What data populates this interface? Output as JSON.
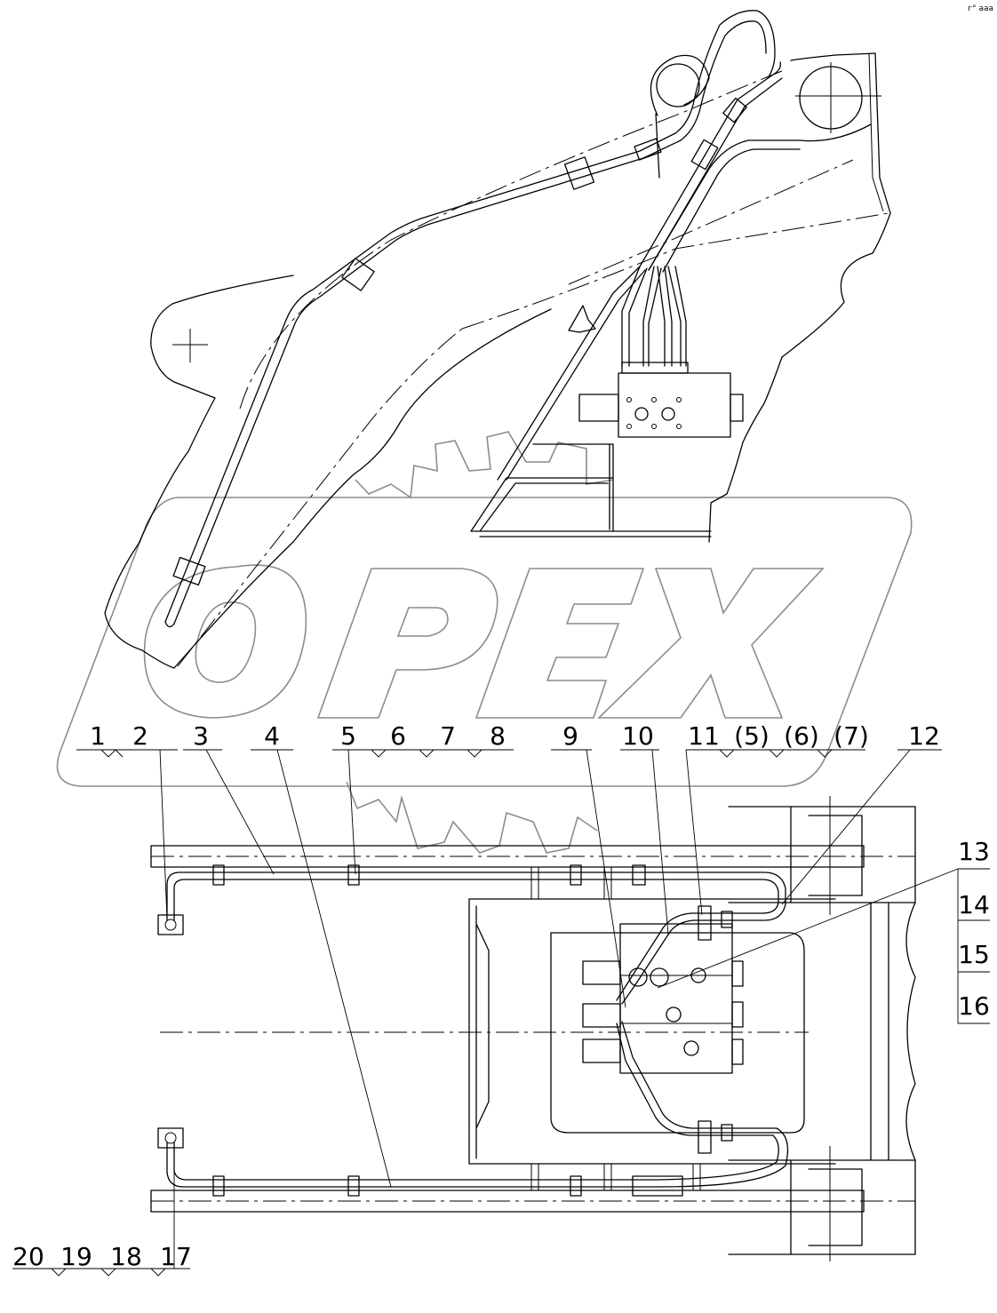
{
  "corner_mark": "г° ааа",
  "watermark": {
    "logo_text": "OPEX",
    "logo_color": "#8c8c8c"
  },
  "callouts": {
    "top": [
      "1",
      "2",
      "3",
      "4",
      "5",
      "6",
      "7",
      "8",
      "9",
      "10",
      "11",
      "(5)",
      "(6)",
      "(7)",
      "12"
    ],
    "right": [
      "13",
      "14",
      "15",
      "16"
    ],
    "bottom": [
      "20",
      "19",
      "18",
      "17"
    ]
  }
}
